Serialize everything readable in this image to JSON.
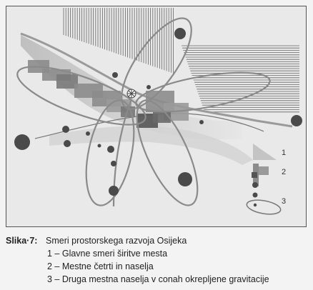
{
  "figure": {
    "legend": [
      {
        "num": "1",
        "kind": "main-expansion-direction"
      },
      {
        "num": "2",
        "kind": "local-quarter"
      },
      {
        "num": "3",
        "kind": "other-settlement-gravitation"
      }
    ],
    "colors": {
      "background": "#e9e9e9",
      "river_band": "#c8c8c8",
      "quarter_block": "#8c8c8c",
      "dark_block": "#555555",
      "outline": "#8a8a8a",
      "dot": "#4a4a4a"
    }
  },
  "caption": {
    "figure_label": "Slika·7:",
    "title": "Smeri prostorskega razvoja Osijeka",
    "items": [
      "1 – Glavne smeri širitve mesta",
      "2 – Mestne četrti in naselja",
      "3 – Druga mestna naselja v conah okrepljene gravitacije"
    ]
  }
}
